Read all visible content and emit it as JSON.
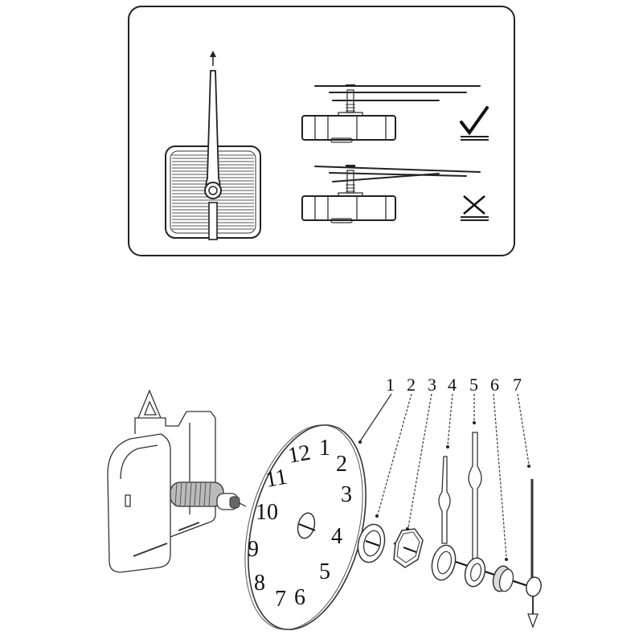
{
  "instruction_panel": {
    "correct_mark": "✓",
    "incorrect_mark": "✕",
    "hand_alignment_correct": "hands parallel",
    "hand_alignment_incorrect": "hands bent / touching"
  },
  "exploded_view": {
    "parts": [
      {
        "number": "1",
        "name": "dial"
      },
      {
        "number": "2",
        "name": "washer"
      },
      {
        "number": "3",
        "name": "hex-nut"
      },
      {
        "number": "4",
        "name": "hour-hand"
      },
      {
        "number": "5",
        "name": "minute-hand"
      },
      {
        "number": "6",
        "name": "cap-nut"
      },
      {
        "number": "7",
        "name": "second-hand"
      }
    ],
    "dial_numerals": [
      "12",
      "1",
      "2",
      "3",
      "4",
      "5",
      "6",
      "7",
      "8",
      "9",
      "10",
      "11"
    ]
  },
  "colors": {
    "line": "#222222",
    "background": "#ffffff",
    "hatch": "#555555"
  }
}
